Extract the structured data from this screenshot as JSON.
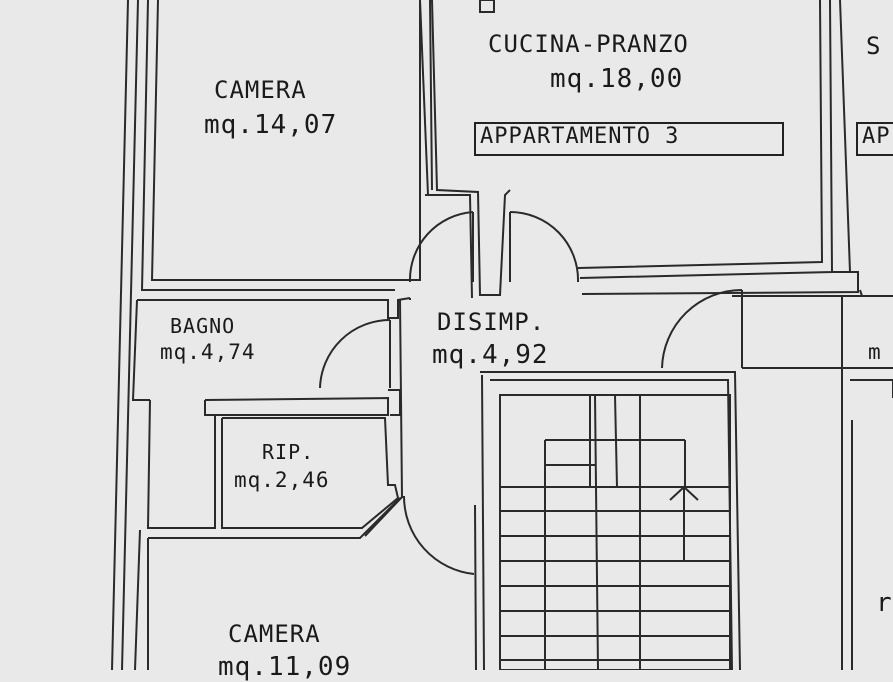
{
  "rooms": {
    "camera_top": {
      "name": "CAMERA",
      "area": "mq.14,07"
    },
    "cucina": {
      "name": "CUCINA-PRANZO",
      "area": "mq.18,00"
    },
    "appartamento": {
      "label": "APPARTAMENTO 3",
      "label_right": "AP"
    },
    "right_partial_top": {
      "name": "S"
    },
    "bagno": {
      "name": "BAGNO",
      "area": "mq.4,74"
    },
    "disimp": {
      "name": "DISIMP.",
      "area": "mq.4,92"
    },
    "rip": {
      "name": "RIP.",
      "area": "mq.2,46"
    },
    "camera_bottom": {
      "name": "CAMERA",
      "area": "mq.11,09"
    },
    "right_partial_mid": {
      "text": "m"
    },
    "right_partial_low": {
      "text": "r"
    }
  },
  "colors": {
    "paper": "#e9e9e9",
    "ink": "#2a2a2a"
  }
}
